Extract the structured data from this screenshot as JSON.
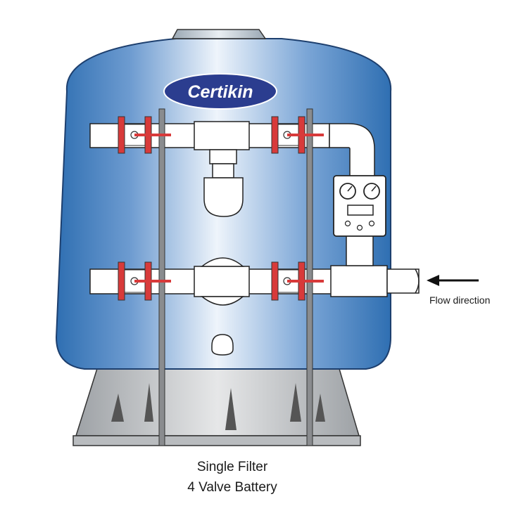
{
  "brand": {
    "logo_text": "Certikin"
  },
  "annotation": {
    "flow_label": "Flow direction"
  },
  "caption": {
    "line1": "Single Filter",
    "line2": "4 Valve Battery"
  },
  "colors": {
    "tank_edge": "#2f6fb2",
    "tank_center": "#e8f0fa",
    "logo_fill": "#2b3d8f",
    "valve_red": "#d83a3a",
    "pipe": "#ffffff",
    "base": "#c9cbcd"
  },
  "icons": [
    "logo-ellipse",
    "pressure-gauge",
    "arrow-left"
  ]
}
